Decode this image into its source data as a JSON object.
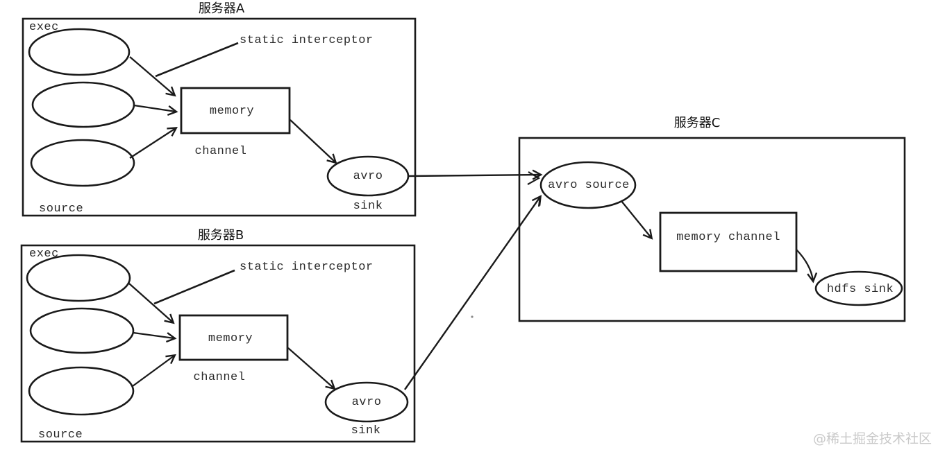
{
  "servers": {
    "a": {
      "title": "服务器A",
      "exec": "exec",
      "source": "source",
      "memory": "memory",
      "channel": "channel",
      "avro": "avro",
      "sink": "sink",
      "interceptor": "static interceptor"
    },
    "b": {
      "title": "服务器B",
      "exec": "exec",
      "source": "source",
      "memory": "memory",
      "channel": "channel",
      "avro": "avro",
      "sink": "sink",
      "interceptor": "static interceptor"
    },
    "c": {
      "title": "服务器C",
      "avro_source": "avro source",
      "memory_channel": "memory channel",
      "hdfs_sink": "hdfs sink"
    }
  },
  "watermark": {
    "text": "@稀土掘金技术社区"
  },
  "colors": {
    "stroke": "#1a1a1a",
    "text": "#2b2b2b",
    "title_text": "#111111",
    "watermark": "#c9c9c9",
    "background": "#ffffff"
  }
}
